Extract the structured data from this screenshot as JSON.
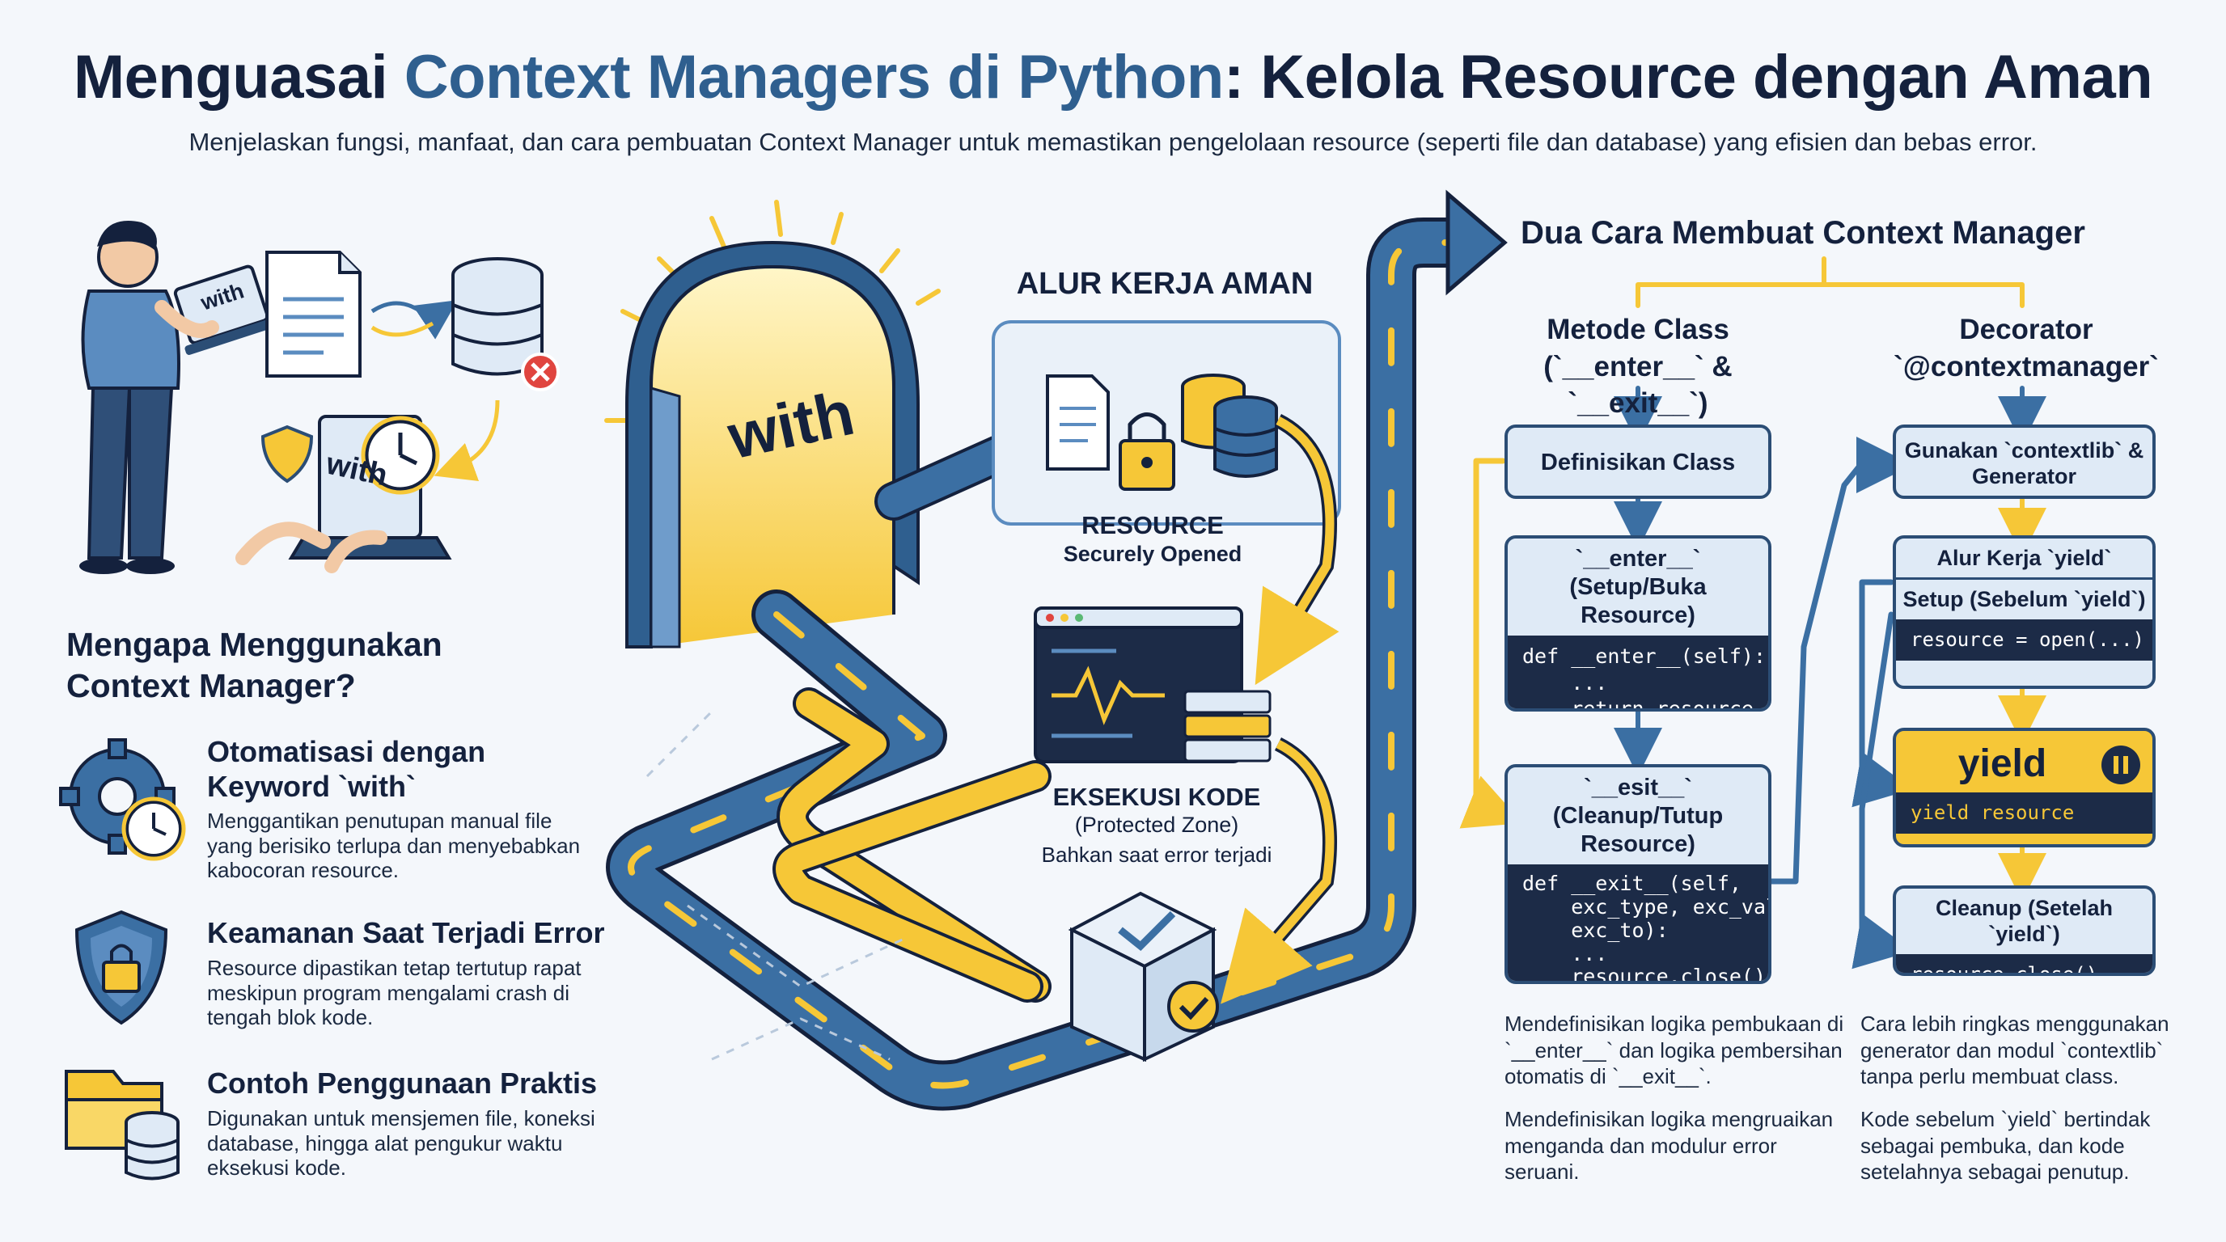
{
  "header": {
    "title_part1": "Menguasai ",
    "title_part2": "Context Managers di Python",
    "title_part3": ": Kelola Resource dengan Aman",
    "subtitle": "Menjelaskan fungsi, manfaat, dan cara pembuatan Context Manager untuk memastikan pengelolaan resource (seperti file dan database) yang efisien dan bebas error."
  },
  "illustration": {
    "laptop1_text": "with",
    "laptop2_text": "with",
    "gate_text": "with"
  },
  "why": {
    "heading": "Mengapa Menggunakan Context Manager?",
    "items": [
      {
        "title": "Otomatisasi dengan Keyword `with`",
        "desc": "Menggantikan penutupan manual file yang berisiko terlupa dan menyebabkan kabocoran resource."
      },
      {
        "title": "Keamanan Saat Terjadi Error",
        "desc": "Resource dipastikan tetap tertutup rapat meskipun program mengalami crash di tengah blok kode."
      },
      {
        "title": "Contoh Penggunaan Praktis",
        "desc": "Digunakan untuk mensjemen file, koneksi database, hingga alat pengukur waktu eksekusi kode."
      }
    ]
  },
  "flow": {
    "heading": "ALUR KERJA AMAN",
    "resource_title": "RESOURCE",
    "resource_sub": "Securely Opened",
    "exec_title": "EKSEKUSI KODE",
    "exec_sub": "(Protected Zone)",
    "exec_note": "Bahkan saat error terjadi"
  },
  "methods": {
    "heading": "Dua Cara Membuat Context Manager",
    "class": {
      "title": "Metode Class (`__enter__` & `__exit__`)",
      "define": "Definisikan Class",
      "enter_title": "`__enter__` (Setup/Buka Resource)",
      "enter_code_1": "def __enter__(self):",
      "enter_code_2": "    ...",
      "enter_code_3": "    return resource",
      "exit_title": "`__esit__` (Cleanup/Tutup Resource)",
      "exit_code_1": "def __exit__(self,",
      "exit_code_2": "    exc_type, exc_val,",
      "exit_code_3": "    exc_to):",
      "exit_code_4": "    ...",
      "exit_code_5": "    resource.close()",
      "note1": "Mendefinisikan logika pembukaan di `__enter__` dan logika pembersihan otomatis di `__exit__`.",
      "note2": "Mendefinisikan logika mengruaikan menganda dan modulur error seruani."
    },
    "decorator": {
      "title": "Decorator `@contextmanager`",
      "use": "Gunakan `contextlib` & Generator",
      "flow_title": "Alur Kerja `yield`",
      "setup_title": "Setup (Sebelum `yield`)",
      "setup_code": "resource = open(...)",
      "yield_label": "yield",
      "yield_code": "yield resource",
      "cleanup_title": "Cleanup (Setelah `yield`)",
      "cleanup_code": "resource.close()",
      "note1": "Cara lebih ringkas menggunakan generator dan modul `contextlib` tanpa perlu membuat class.",
      "note2": "Kode sebelum `yield` bertindak sebagai pembuka, dan kode setelahnya sebagai penutup."
    }
  },
  "colors": {
    "navy": "#14213d",
    "blue": "#2f5f8f",
    "yellow": "#f6c737",
    "light": "#dfeaf6"
  }
}
